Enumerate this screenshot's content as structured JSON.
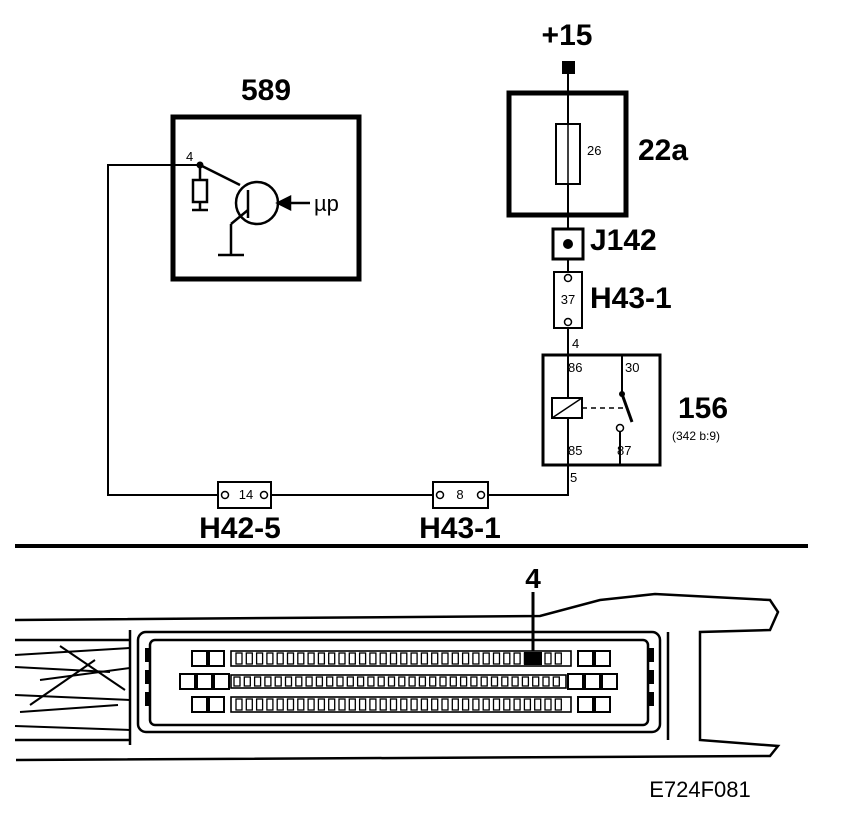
{
  "components": {
    "control_unit": {
      "id": "589",
      "pin": "4",
      "signal": "µp"
    },
    "supply": {
      "label": "+15"
    },
    "fuse": {
      "id": "22a",
      "number": "26"
    },
    "junction": {
      "id": "J142"
    },
    "connector_top": {
      "id": "H43-1",
      "pin": "37"
    },
    "relay": {
      "id": "156",
      "ref": "(342 b:9)",
      "pin_86": "86",
      "pin_30": "30",
      "pin_85": "85",
      "pin_87": "87"
    },
    "connector_h42": {
      "id": "H42-5",
      "pin": "14"
    },
    "connector_h43_bottom": {
      "id": "H43-1",
      "pin": "8"
    }
  },
  "wires": {
    "upper": "4",
    "lower": "5"
  },
  "connector_view": {
    "pin_label": "4"
  },
  "figure_code": "E724F081"
}
